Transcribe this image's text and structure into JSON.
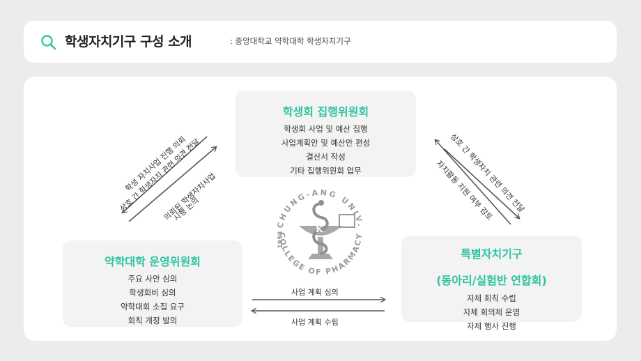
{
  "header": {
    "title": "학생자치기구 구성 소개",
    "subtitle": ": 중앙대학교 약학대학 학생자치기구",
    "icon": "search-icon"
  },
  "colors": {
    "accent": "#2ec4a0",
    "background": "#ececec",
    "card": "#f3f3f3"
  },
  "boxes": {
    "top": {
      "heading": "학생회 집행위원회",
      "lines": [
        "학생회 사업 및 예산 집행",
        "사업계획안 및 예산안 편성",
        "결산서 작성",
        "기타 집행위원회 업무"
      ]
    },
    "left": {
      "heading": "약학대학 운영위원회",
      "lines": [
        "주요 사안 심의",
        "학생회비 심의",
        "약학대회 소집 요구",
        "회칙 개정 발의"
      ]
    },
    "right": {
      "heading_1": "특별자치기구",
      "heading_2": "(동아리/실험반 연합회)",
      "lines": [
        "자체 회칙 수립",
        "자체 회의체 운영",
        "자체 행사 진행"
      ]
    }
  },
  "arrows": {
    "left_upper": [
      "학생 자치사업 진행 의뢰",
      "상호 간 학생자치 관련 의견 전달"
    ],
    "left_lower": [
      "의뢰된 학생자치사업",
      "시행 논의"
    ],
    "right_upper": "상호 간 학생자치 관련 의견 전달",
    "right_lower": "자치활동 지원 여부 검토",
    "bottom_upper": "사업 계획 심의",
    "bottom_lower": "사업 계획 수립"
  },
  "seal": {
    "top_text": "CHUNG-ANG UNIV.",
    "bottom_text": "COLLEGE OF PHARMACY",
    "year": "1953"
  }
}
